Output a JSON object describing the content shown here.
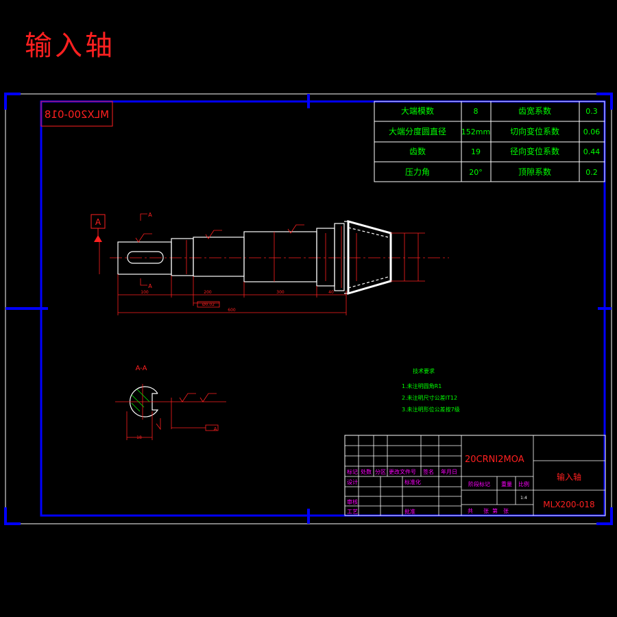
{
  "drawing": {
    "title": "输入轴",
    "mirrored_code": "MLX200-018",
    "part_code": "MLX200-018",
    "material": "20CRNI2MOA",
    "part_name": "输入轴",
    "scale": "1:4"
  },
  "params": [
    {
      "label": "大端模数",
      "value": "8",
      "label2": "齿宽系数",
      "value2": "0.3"
    },
    {
      "label": "大端分度圆直径",
      "value": "152mm",
      "label2": "切向变位系数",
      "value2": "0.06"
    },
    {
      "label": "齿数",
      "value": "19",
      "label2": "径向变位系数",
      "value2": "0.44"
    },
    {
      "label": "压力角",
      "value": "20°",
      "label2": "顶隙系数",
      "value2": "0.2"
    }
  ],
  "datum": "A",
  "section": {
    "label": "A-A",
    "datum_ref": "A"
  },
  "section_marks": {
    "top": "A",
    "bottom": "A"
  },
  "dimensions": {
    "d1": "100",
    "d2": "200",
    "d3": "300",
    "d4": "40",
    "total": "600",
    "tol": "Ø0.02",
    "key_w": "18"
  },
  "tech": {
    "heading": "技术要求",
    "items": [
      "1.未注明圆角R1",
      "2.未注明尺寸公差IT12",
      "3.未注明形位公差按7级"
    ]
  },
  "title_block": {
    "row_labels": [
      "标记",
      "处数",
      "分区",
      "更改文件号",
      "签名",
      "年月日"
    ],
    "design": "设计",
    "standard": "标准化",
    "stage_mark": "阶段标记",
    "weight": "重量",
    "scale_label": "比例",
    "review": "审核",
    "process": "工艺",
    "approve": "批准",
    "sheets": [
      "共",
      "张",
      "第",
      "张"
    ]
  },
  "colors": {
    "frame": "#0000ff",
    "line": "#ffffff",
    "dim": "#ff2020",
    "text": "#00ff00",
    "title": "#ff2020"
  }
}
